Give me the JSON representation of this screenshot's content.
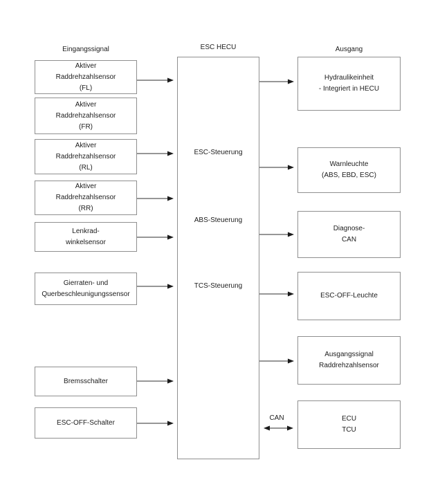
{
  "titles": {
    "inputs": "Eingangssignal",
    "hecu": "ESC HECU",
    "outputs": "Ausgang"
  },
  "inputs": [
    {
      "lines": [
        "Aktiver",
        "Raddrehzahlsensor",
        "(FL)"
      ]
    },
    {
      "lines": [
        "Aktiver",
        "Raddrehzahlsensor",
        "(FR)"
      ]
    },
    {
      "lines": [
        "Aktiver",
        "Raddrehzahlsensor",
        "(RL)"
      ]
    },
    {
      "lines": [
        "Aktiver",
        "Raddrehzahlsensor",
        "(RR)"
      ]
    },
    {
      "lines": [
        "Lenkrad-",
        "winkelsensor"
      ]
    },
    {
      "lines": [
        "Gierraten- und",
        "Querbeschleunigungssensor"
      ]
    },
    {
      "lines": [
        "Bremsschalter"
      ]
    },
    {
      "lines": [
        "ESC-OFF-Schalter"
      ]
    }
  ],
  "hecu": {
    "functions": [
      "ESC-Steuerung",
      "ABS-Steuerung",
      "TCS-Steuerung"
    ]
  },
  "outputs": [
    {
      "lines": [
        "Hydraulikeinheit",
        "- Integriert in HECU"
      ]
    },
    {
      "lines": [
        "Warnleuchte",
        "(ABS, EBD, ESC)"
      ]
    },
    {
      "lines": [
        "Diagnose-",
        "CAN"
      ]
    },
    {
      "lines": [
        "ESC-OFF-Leuchte"
      ]
    },
    {
      "lines": [
        "Ausgangssignal",
        "Raddrehzahlsensor"
      ]
    },
    {
      "lines": [
        "ECU",
        "TCU"
      ]
    }
  ],
  "can_bus_label": "CAN",
  "colors": {
    "background": "#ffffff",
    "box_border": "#8f8f8f",
    "text": "#1c1c1c",
    "arrow": "#2e2e2e"
  }
}
